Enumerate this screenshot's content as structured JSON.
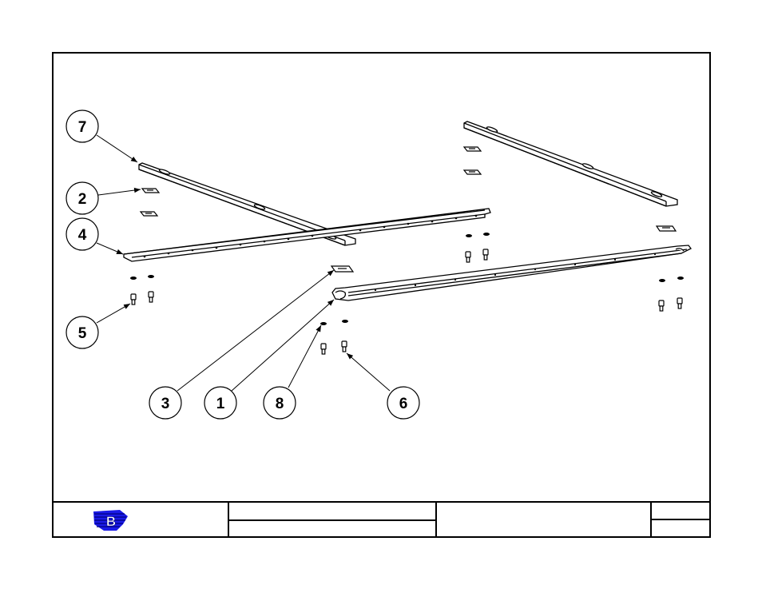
{
  "callouts": [
    {
      "id": "callout-7",
      "label": "7"
    },
    {
      "id": "callout-2",
      "label": "2"
    },
    {
      "id": "callout-4",
      "label": "4"
    },
    {
      "id": "callout-5",
      "label": "5"
    },
    {
      "id": "callout-3",
      "label": "3"
    },
    {
      "id": "callout-1",
      "label": "1"
    },
    {
      "id": "callout-8",
      "label": "8"
    },
    {
      "id": "callout-6",
      "label": "6"
    }
  ],
  "title_block": {
    "logo_letter": "B",
    "cells": [
      "",
      "",
      "",
      "",
      ""
    ]
  },
  "colors": {
    "line": "#000000",
    "logo_blue": "#1a1ae6",
    "logo_dark": "#000080"
  }
}
